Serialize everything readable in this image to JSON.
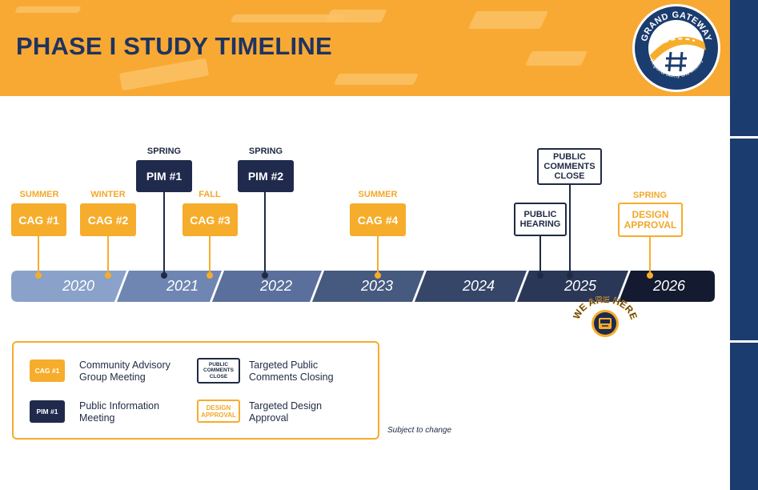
{
  "header": {
    "title": "PHASE I STUDY TIMELINE"
  },
  "logo": {
    "text_top": "GRAND GATEWAY",
    "text_bottom": "Regional Safety and Mobility"
  },
  "timeline": {
    "years": [
      "2020",
      "2021",
      "2022",
      "2023",
      "2024",
      "2025",
      "2026"
    ],
    "milestones": [
      {
        "season": "SUMMER",
        "label": "CAG #1"
      },
      {
        "season": "WINTER",
        "label": "CAG #2"
      },
      {
        "season": "SPRING",
        "label": "PIM #1"
      },
      {
        "season": "FALL",
        "label": "CAG #3"
      },
      {
        "season": "SPRING",
        "label": "PIM #2"
      },
      {
        "season": "SUMMER",
        "label": "CAG #4"
      },
      {
        "season": "",
        "label_line1": "PUBLIC",
        "label_line2": "HEARING"
      },
      {
        "season": "",
        "label_line1": "PUBLIC",
        "label_line2": "COMMENTS",
        "label_line3": "CLOSE"
      },
      {
        "season": "SPRING",
        "label_line1": "DESIGN",
        "label_line2": "APPROVAL"
      }
    ],
    "we_are_here": "WE ARE HERE"
  },
  "legend": {
    "cag": {
      "icon": "CAG #1",
      "text_line1": "Community Advisory",
      "text_line2": "Group Meeting"
    },
    "pim": {
      "icon": "PIM #1",
      "text_line1": "Public Information",
      "text_line2": "Meeting"
    },
    "comments": {
      "icon_line1": "PUBLIC",
      "icon_line2": "COMMENTS",
      "icon_line3": "CLOSE",
      "text_line1": "Targeted Public",
      "text_line2": "Comments Closing"
    },
    "design": {
      "icon_line1": "DESIGN",
      "icon_line2": "APPROVAL",
      "text_line1": "Targeted Design",
      "text_line2": "Approval"
    }
  },
  "note": "Subject to change",
  "colors": {
    "orange": "#f6ad2b",
    "navy": "#1f2a4c",
    "header": "#f7a933"
  }
}
